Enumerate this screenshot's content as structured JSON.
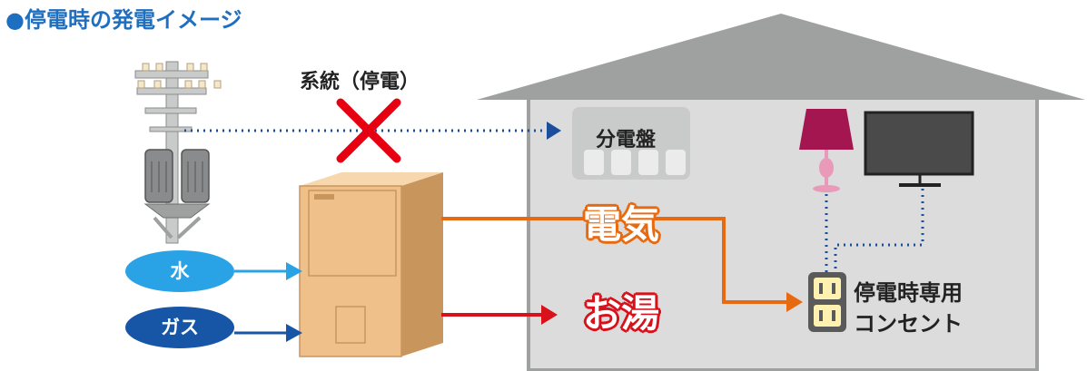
{
  "title": "●停電時の発電イメージ",
  "grid_label": "系統（停電）",
  "panel_label": "分電盤",
  "inputs": {
    "water": "水",
    "gas": "ガス"
  },
  "outputs": {
    "electricity": "電気",
    "hot_water": "お湯"
  },
  "outlet": {
    "line1": "停電時専用",
    "line2": "コンセント"
  },
  "colors": {
    "title": "#1f6fc0",
    "water": "#29a3e6",
    "gas": "#1756a6",
    "electricity": "#e86a10",
    "hot_water": "#d8111b",
    "cross": "#e60012",
    "house": "#dcdcdd",
    "unit": "#f0c08a"
  },
  "icons": [
    "utility-pole-icon",
    "fuel-cell-unit-icon",
    "distribution-panel-icon",
    "lamp-icon",
    "tv-icon",
    "outlet-icon",
    "cross-icon"
  ]
}
